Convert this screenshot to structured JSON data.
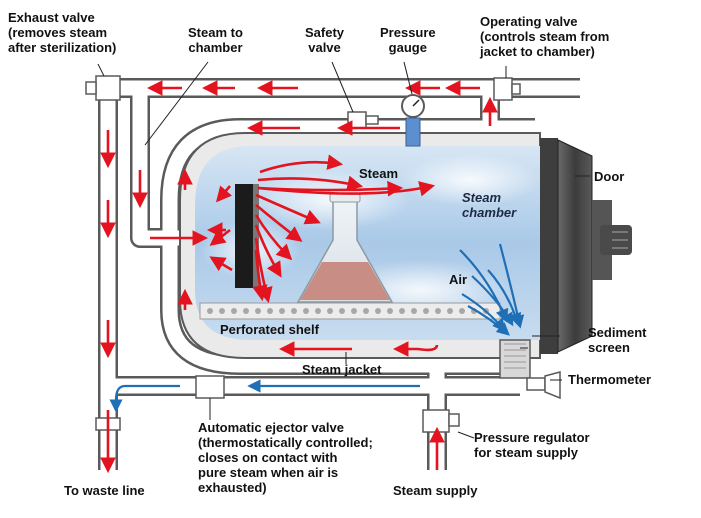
{
  "labels": {
    "exhaust_valve": [
      "Exhaust valve",
      "(removes steam",
      "after sterilization)"
    ],
    "steam_to_chamber": [
      "Steam to",
      "chamber"
    ],
    "safety_valve": [
      "Safety",
      "valve"
    ],
    "pressure_gauge": [
      "Pressure",
      "gauge"
    ],
    "operating_valve": [
      "Operating valve",
      "(controls steam from",
      "jacket to chamber)"
    ],
    "door": "Door",
    "steam": "Steam",
    "steam_chamber": [
      "Steam",
      "chamber"
    ],
    "air": "Air",
    "perforated_shelf": "Perforated shelf",
    "sediment_screen": [
      "Sediment",
      "screen"
    ],
    "steam_jacket": "Steam jacket",
    "thermometer": "Thermometer",
    "ejector_valve": [
      "Automatic ejector valve",
      "(thermostatically controlled;",
      "closes on contact with",
      "pure steam when air is",
      "exhausted)"
    ],
    "pressure_regulator": [
      "Pressure regulator",
      "for steam supply"
    ],
    "to_waste_line": "To waste line",
    "steam_supply": "Steam supply"
  },
  "colors": {
    "steam_arrow": "#e3141f",
    "air_arrow": "#1f6fb6",
    "pipe_fill": "#ffffff",
    "pipe_outline": "#5a5a5a",
    "chamber_sky": "#bcd6ee",
    "door": "#4a4a4a"
  }
}
